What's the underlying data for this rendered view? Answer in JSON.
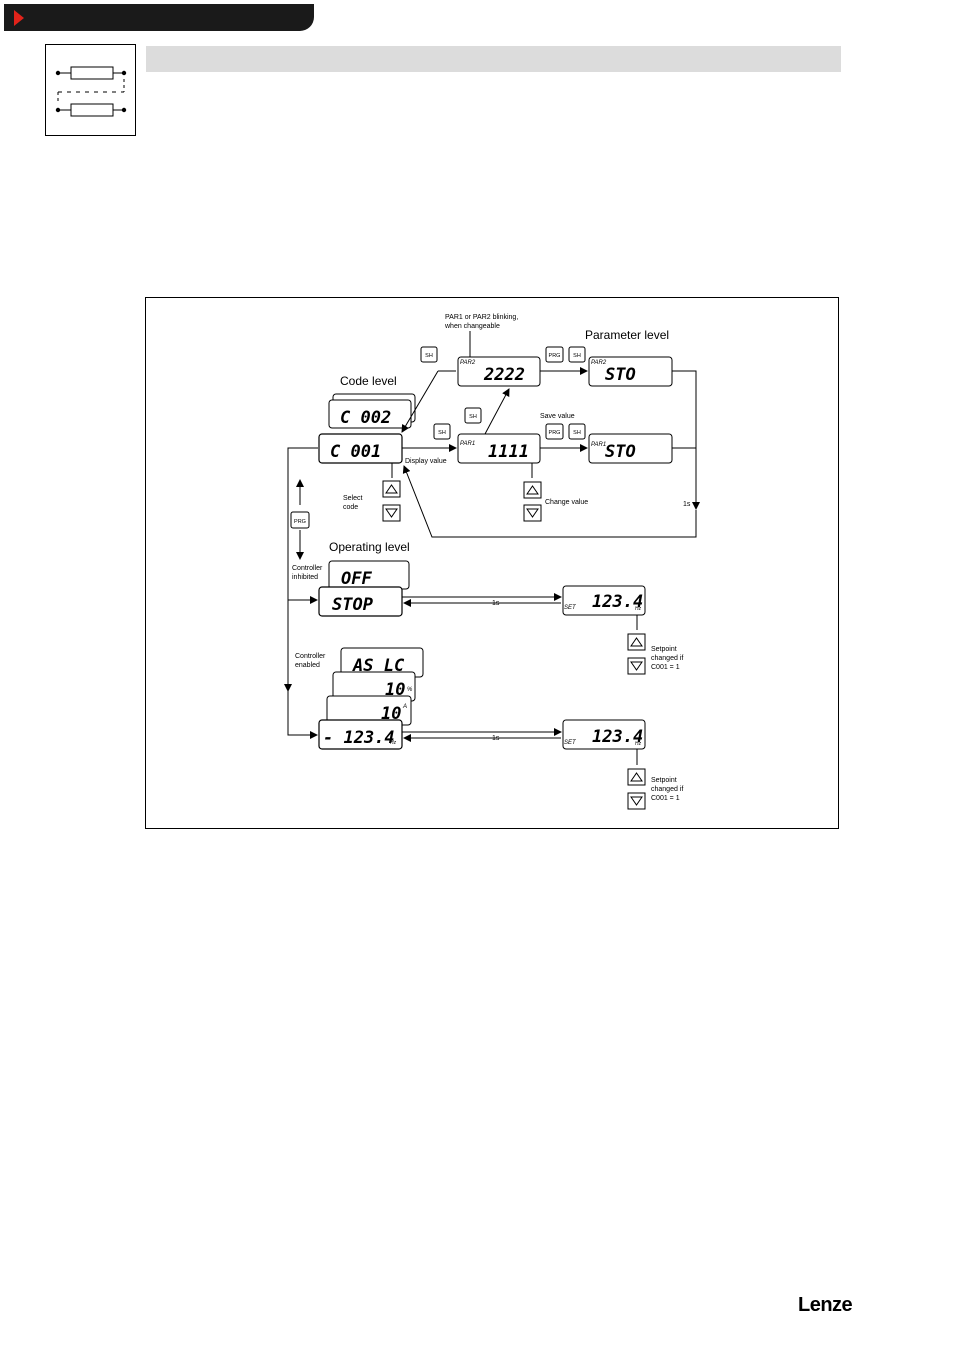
{
  "logo": "Lenze",
  "diagram": {
    "headings": {
      "code_level": "Code level",
      "parameter_level": "Parameter level",
      "operating_level": "Operating level"
    },
    "notes": {
      "par_blink_1": "PAR1 or PAR2 blinking,",
      "par_blink_2": "when changeable",
      "display_value": "Display value",
      "save_value": "Save value",
      "change_value": "Change value",
      "select_code_1": "Select",
      "select_code_2": "code",
      "one_s": "1s",
      "ctrl_inhibited_1": "Controller",
      "ctrl_inhibited_2": "inhibited",
      "ctrl_enabled_1": "Controller",
      "ctrl_enabled_2": "enabled",
      "setpoint_1": "Setpoint",
      "setpoint_2": "changed if",
      "setpoint_3": "C001 = 1"
    },
    "displays": {
      "c002": "C 002",
      "c001": "C 001",
      "par2_value": "2222",
      "par1_value": "1111",
      "sto": "STO",
      "off": "OFF",
      "stop": "STOP",
      "set_value": "123.4",
      "as_lc": "AS_LC",
      "ten_pct": "10",
      "ten_a": "10",
      "neg_value": "- 123.4"
    },
    "tags": {
      "par1": "PAR1",
      "par2": "PAR2",
      "set": "SET",
      "hz": "Hz",
      "pct": "%",
      "amp": "A"
    },
    "keys": {
      "sh": "SH",
      "prg": "PRG"
    }
  }
}
